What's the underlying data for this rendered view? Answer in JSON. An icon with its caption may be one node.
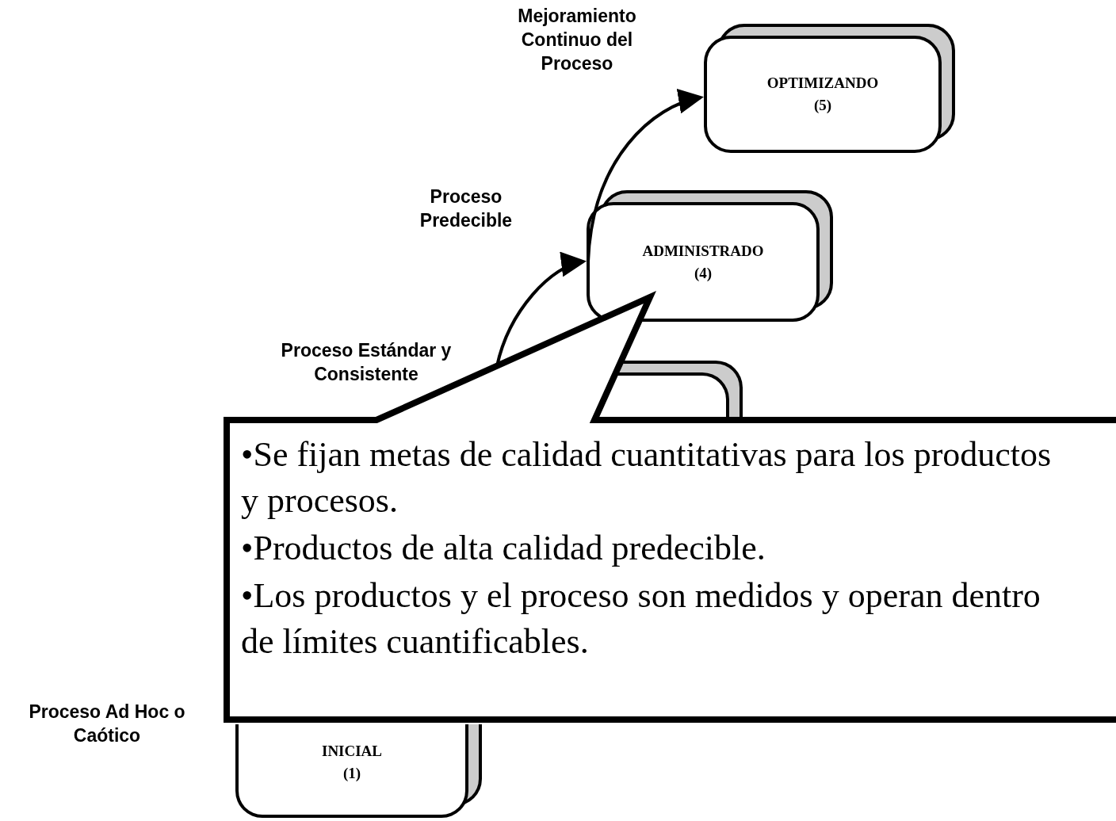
{
  "diagram": {
    "nodes": [
      {
        "text": [
          "OPTIMIZANDO",
          "(5)"
        ]
      },
      {
        "text": [
          "ADMINISTRADO",
          "(4)"
        ]
      },
      {
        "text": [],
        "shape": "box"
      },
      {
        "text": [
          "INICIAL",
          "(1)"
        ]
      },
      {
        "text": [
          "•Se fijan metas de calidad cuantitativas para los productos y procesos.",
          "•Productos de alta calidad predecible.",
          "•Los productos y el proceso son medidos y operan dentro de límites cuantificables."
        ]
      }
    ],
    "edges": [
      {
        "from": 2,
        "to": 1,
        "arrow": "to"
      },
      {
        "from": 1,
        "to": 0,
        "arrow": "to"
      }
    ],
    "labels": [
      "Mejoramiento Continuo del Proceso",
      "Proceso Predecible",
      "Proceso Estándar y Consistente",
      "Proceso Ad Hoc o Caótico"
    ]
  }
}
